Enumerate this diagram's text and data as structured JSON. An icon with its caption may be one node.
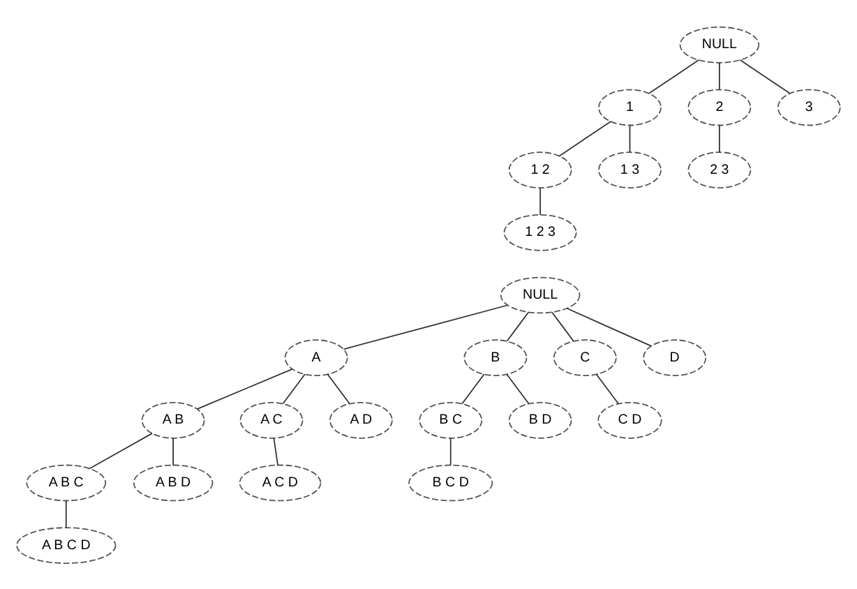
{
  "diagram": {
    "nodes": [
      {
        "text": [
          "NULL"
        ]
      },
      {
        "text": [
          "1"
        ]
      },
      {
        "text": [
          "2"
        ]
      },
      {
        "text": [
          "3"
        ]
      },
      {
        "text": [
          "1 2"
        ]
      },
      {
        "text": [
          "1 3"
        ]
      },
      {
        "text": [
          "2 3"
        ]
      },
      {
        "text": [
          "1 2 3"
        ]
      },
      {
        "text": [
          "NULL"
        ]
      },
      {
        "text": [
          "A"
        ]
      },
      {
        "text": [
          "B"
        ]
      },
      {
        "text": [
          "C"
        ]
      },
      {
        "text": [
          "D"
        ]
      },
      {
        "text": [
          "A B"
        ]
      },
      {
        "text": [
          "A C"
        ]
      },
      {
        "text": [
          "A D"
        ]
      },
      {
        "text": [
          "B C"
        ]
      },
      {
        "text": [
          "B D"
        ]
      },
      {
        "text": [
          "C D"
        ]
      },
      {
        "text": [
          "A B C"
        ]
      },
      {
        "text": [
          "A B D"
        ]
      },
      {
        "text": [
          "A C D"
        ]
      },
      {
        "text": [
          "B C D"
        ]
      },
      {
        "text": [
          "A B C D"
        ]
      }
    ],
    "edges": [
      {
        "from": 0,
        "to": 1,
        "arrow": "none"
      },
      {
        "from": 0,
        "to": 2,
        "arrow": "none"
      },
      {
        "from": 0,
        "to": 3,
        "arrow": "none"
      },
      {
        "from": 1,
        "to": 4,
        "arrow": "none"
      },
      {
        "from": 1,
        "to": 5,
        "arrow": "none"
      },
      {
        "from": 2,
        "to": 6,
        "arrow": "none"
      },
      {
        "from": 4,
        "to": 7,
        "arrow": "none"
      },
      {
        "from": 8,
        "to": 9,
        "arrow": "none"
      },
      {
        "from": 8,
        "to": 10,
        "arrow": "none"
      },
      {
        "from": 8,
        "to": 11,
        "arrow": "none"
      },
      {
        "from": 8,
        "to": 12,
        "arrow": "none"
      },
      {
        "from": 9,
        "to": 13,
        "arrow": "none"
      },
      {
        "from": 9,
        "to": 14,
        "arrow": "none"
      },
      {
        "from": 9,
        "to": 15,
        "arrow": "none"
      },
      {
        "from": 10,
        "to": 16,
        "arrow": "none"
      },
      {
        "from": 10,
        "to": 17,
        "arrow": "none"
      },
      {
        "from": 11,
        "to": 18,
        "arrow": "none"
      },
      {
        "from": 13,
        "to": 19,
        "arrow": "none"
      },
      {
        "from": 13,
        "to": 20,
        "arrow": "none"
      },
      {
        "from": 14,
        "to": 21,
        "arrow": "none"
      },
      {
        "from": 16,
        "to": 22,
        "arrow": "none"
      },
      {
        "from": 19,
        "to": 23,
        "arrow": "none"
      }
    ]
  }
}
